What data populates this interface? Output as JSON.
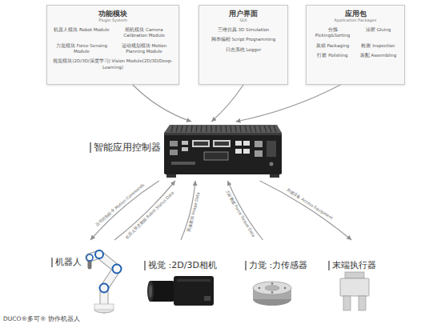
{
  "diagram": {
    "caption": "DUCO®多可® 协作机器人",
    "nodes": [
      {
        "text": [
          "功能模块",
          "Plugin System",
          "机器人模块 Robot Module",
          "相机模块 Camera Calibration Module",
          "力觉模块 Force Sensing Module",
          "运动规划模块 Motion Planning Module",
          "视觉模块(2D/3D/深度学习) Vision Module(2D/3D/Deep-Learning)"
        ]
      },
      {
        "text": [
          "用户界面",
          "GUI",
          "三维仿真 3D Simulation",
          "脚本编程 Script Programming",
          "日志系统 Logger"
        ]
      },
      {
        "text": [
          "应用包",
          "Application Packages",
          "分拣 Picking&Sorting",
          "涂胶 Gluing",
          "装箱 Packaging",
          "检测 Inspection",
          "打磨 Polishing",
          "装配 Assembling"
        ]
      },
      {
        "text": [
          "智能应用控制器"
        ]
      },
      {
        "text": [
          "机器人"
        ]
      },
      {
        "text": [
          "视觉 :2D/3D相机"
        ]
      },
      {
        "text": [
          "力觉 :力传感器"
        ]
      },
      {
        "text": [
          "末端执行器"
        ]
      }
    ],
    "edges": [
      {
        "from": 0,
        "to": 3,
        "arrow": "to"
      },
      {
        "from": 1,
        "to": 3,
        "arrow": "to"
      },
      {
        "from": 2,
        "to": 3,
        "arrow": "to"
      },
      {
        "from": 3,
        "to": 4,
        "arrow": "to",
        "label": "运动控制命令 Motion Commands"
      },
      {
        "from": 4,
        "to": 3,
        "arrow": "to",
        "label": "机器人状态数据 Robot Status Data"
      },
      {
        "from": 5,
        "to": 3,
        "arrow": "to",
        "label": "图像数据 Image Data"
      },
      {
        "from": 6,
        "to": 3,
        "arrow": "to",
        "label": "力矩数据 Force Torque Data"
      },
      {
        "from": 3,
        "to": 7,
        "arrow": "to",
        "label": "外接设备 Access Equipment"
      }
    ]
  }
}
